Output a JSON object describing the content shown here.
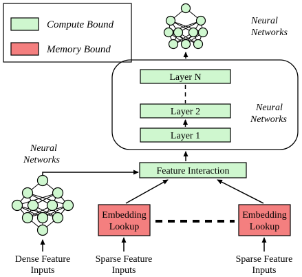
{
  "legend": {
    "compute_label": "Compute Bound",
    "memory_label": "Memory Bound"
  },
  "colors": {
    "compute_fill": "#cff7cf",
    "memory_fill": "#f47f7f",
    "stroke": "#000000"
  },
  "top_network": {
    "label_line1": "Neural",
    "label_line2": "Networks"
  },
  "mlp_stack": {
    "layers": [
      "Layer N",
      "Layer 2",
      "Layer 1"
    ],
    "label_line1": "Neural",
    "label_line2": "Networks"
  },
  "feature_interaction": {
    "label": "Feature Interaction"
  },
  "dense_network": {
    "label_line1": "Neural",
    "label_line2": "Networks"
  },
  "embedding_left": {
    "line1": "Embedding",
    "line2": "Lookup"
  },
  "embedding_right": {
    "line1": "Embedding",
    "line2": "Lookup"
  },
  "inputs": {
    "dense_line1": "Dense Feature",
    "dense_line2": "Inputs",
    "sparse_left_line1": "Sparse Feature",
    "sparse_left_line2": "Inputs",
    "sparse_right_line1": "Sparse Feature",
    "sparse_right_line2": "Inputs"
  }
}
